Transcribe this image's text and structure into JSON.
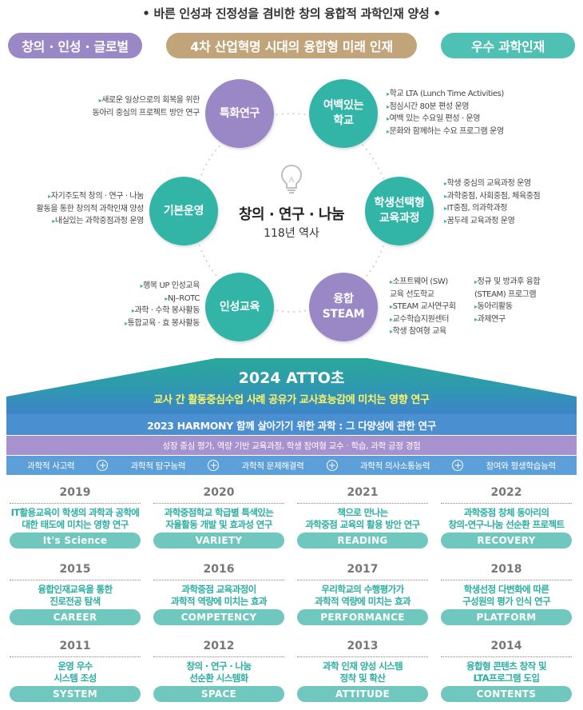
{
  "header": {
    "title": "•  바른 인성과 진정성을 겸비한 창의 융합적 과학인재 양성  •"
  },
  "pills": {
    "left": "창의 · 인성 · 글로벌",
    "middle": "4차 산업혁명 시대의 융합형 미래 인재",
    "right": "우수 과학인재"
  },
  "center": {
    "title": "창의 · 연구 · 나눔",
    "subtitle": "118년 역사"
  },
  "nodes": {
    "special": {
      "label": "특화연구",
      "bullets": [
        "새로운 일상으로의 회복을 위한",
        "동아리 중심의 프로젝트 방안 연구"
      ]
    },
    "free": {
      "label_line1": "여백있는",
      "label_line2": "학교",
      "bullets": [
        "학교 LTA (Lunch Time Activities)",
        "점심시간 80분 편성 운영",
        "여백 있는 수요일 편성 · 운영",
        "문화와 함께하는 수요 프로그램 운영"
      ]
    },
    "basic": {
      "label": "기본운영",
      "bullets": [
        "자기주도적 창의 · 연구 · 나눔",
        "활동을 통한 창의적 과학인재 양성",
        "내실있는 과학중점과정 운영"
      ]
    },
    "elective": {
      "label_line1": "학생선택형",
      "label_line2": "교육과정",
      "bullets": [
        "학생 중심의 교육과정 운영",
        "과학중점, 사회중점, 체육중점",
        "IT중점, 의과학과정",
        "꿈두레 교육과정 운영"
      ]
    },
    "character": {
      "label": "인성교육",
      "bullets": [
        "행복 UP 인성교육",
        "NJ–ROTC",
        "과학 · 수학 봉사활동",
        "통합교육 · 효 봉사활동"
      ]
    },
    "steam": {
      "label_line1": "융합",
      "label_line2": "STEAM",
      "bullets_col1": [
        "소프트웨어 (SW)",
        "교육 선도학교",
        "STEAM 교사연구회",
        "교수학습지원센터",
        "학생 참여형 교육"
      ],
      "bullets_col2": [
        "정규 및 방과후 융합",
        "(STEAM) 프로그램",
        "동아리활동",
        "과제연구"
      ]
    }
  },
  "banner": {
    "title": "2024 ATTO초",
    "subtitle": "교사 간 활동중심수업 사례 공유가 교사효능감에 미치는 영향 연구"
  },
  "bars": {
    "harmony": "2023   HARMONY   함께 살아가기 위한 과학 : 그 다양성에 관한 연구",
    "growth": "성장 중심 평가, 역량 기반 교육과정, 학생 참여형 교수 · 학습, 과학 긍정 경험",
    "competencies": [
      "과학적 사고력",
      "과학적 탐구능력",
      "과학적 문제해결력",
      "과학적 의사소통능력",
      "참여와 평생학습능력"
    ]
  },
  "history": [
    {
      "year": "2019",
      "desc1": "IT활용교육이 학생의 과학과 공학에",
      "desc2": "대한 태도에 미치는 영향 연구",
      "keyword": "It's Science"
    },
    {
      "year": "2020",
      "desc1": "과학중점학교 학급별 특색있는",
      "desc2": "자율활동 개발 및 효과성 연구",
      "keyword": "VARIETY"
    },
    {
      "year": "2021",
      "desc1": "책으로 만나는",
      "desc2": "과학중점 교육의 활용 방안 연구",
      "keyword": "READING"
    },
    {
      "year": "2022",
      "desc1": "과학중점 창체 동아리의",
      "desc2": "창의-연구-나눔 선순환 프로젝트",
      "keyword": "RECOVERY"
    },
    {
      "year": "2015",
      "desc1": "융합인재교육을 통한",
      "desc2": "진로전공 탐색",
      "keyword": "CAREER"
    },
    {
      "year": "2016",
      "desc1": "과학중점 교육과정이",
      "desc2": "과학적 역량에 미치는 효과",
      "keyword": "COMPETENCY"
    },
    {
      "year": "2017",
      "desc1": "우리학교의 수행평가가",
      "desc2": "과학적 역량에 미치는 효과",
      "keyword": "PERFORMANCE"
    },
    {
      "year": "2018",
      "desc1": "학생선정 다변화에 따른",
      "desc2": "구성원의 평가 인식 연구",
      "keyword": "PLATFORM"
    },
    {
      "year": "2011",
      "desc1": "운영 우수",
      "desc2": "시스템 조성",
      "keyword": "SYSTEM"
    },
    {
      "year": "2012",
      "desc1": "창의 · 연구 · 나눔",
      "desc2": "선순환 시스템화",
      "keyword": "SPACE"
    },
    {
      "year": "2013",
      "desc1": "과학 인재 양성 시스템",
      "desc2": "정착 및 확산",
      "keyword": "ATTITUDE"
    },
    {
      "year": "2014",
      "desc1": "융합형 콘텐츠 창작 및",
      "desc2": "LTA프로그램 도입",
      "keyword": "CONTENTS"
    }
  ],
  "colors": {
    "purple": "#9a87c6",
    "teal": "#32b5a7",
    "gold": "#c1a47a",
    "banner_blue": "#3d84c9",
    "bar_purple": "#a891cf",
    "keyword_teal": "#6fc7bd"
  }
}
